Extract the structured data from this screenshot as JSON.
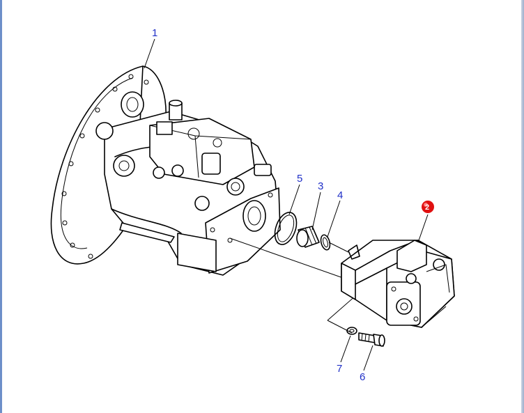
{
  "callouts": [
    {
      "id": "1",
      "label": "1"
    },
    {
      "id": "2",
      "label": "2",
      "selected": true
    },
    {
      "id": "3",
      "label": "3"
    },
    {
      "id": "4",
      "label": "4"
    },
    {
      "id": "5",
      "label": "5"
    },
    {
      "id": "6",
      "label": "6"
    },
    {
      "id": "7",
      "label": "7"
    }
  ],
  "colors": {
    "callout_text": "#1f2fc7",
    "selected_marker": "#e01010",
    "frame": "#6d8fc9"
  }
}
